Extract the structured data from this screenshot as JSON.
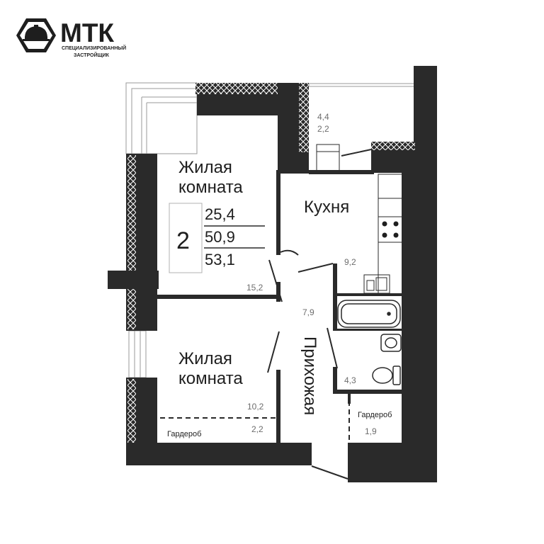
{
  "logo": {
    "brand": "МТК",
    "line1": "СПЕЦИАЛИЗИРОВАННЫЙ",
    "line2": "ЗАСТРОЙЩИК"
  },
  "summary": {
    "rooms": "2",
    "living_area": "25,4",
    "total_area": "50,9",
    "total_area_with_balcony": "53,1"
  },
  "rooms": {
    "living1": {
      "label_line1": "Жилая",
      "label_line2": "комната",
      "area": "15,2"
    },
    "living2": {
      "label_line1": "Жилая",
      "label_line2": "комната",
      "area": "10,2"
    },
    "kitchen": {
      "label": "Кухня",
      "area": "9,2"
    },
    "hallway": {
      "label": "Прихожая",
      "area": "7,9"
    },
    "bathroom": {
      "area": "4,3"
    },
    "balcony": {
      "area": "4,4",
      "area_reduced": "2,2"
    },
    "wardrobe1": {
      "label": "Гардероб",
      "area": "2,2"
    },
    "wardrobe2": {
      "label": "Гардероб",
      "area": "1,9"
    }
  },
  "colors": {
    "wall": "#2a2a2a",
    "text": "#1e1e1e",
    "area_text": "#6d6d6d"
  }
}
